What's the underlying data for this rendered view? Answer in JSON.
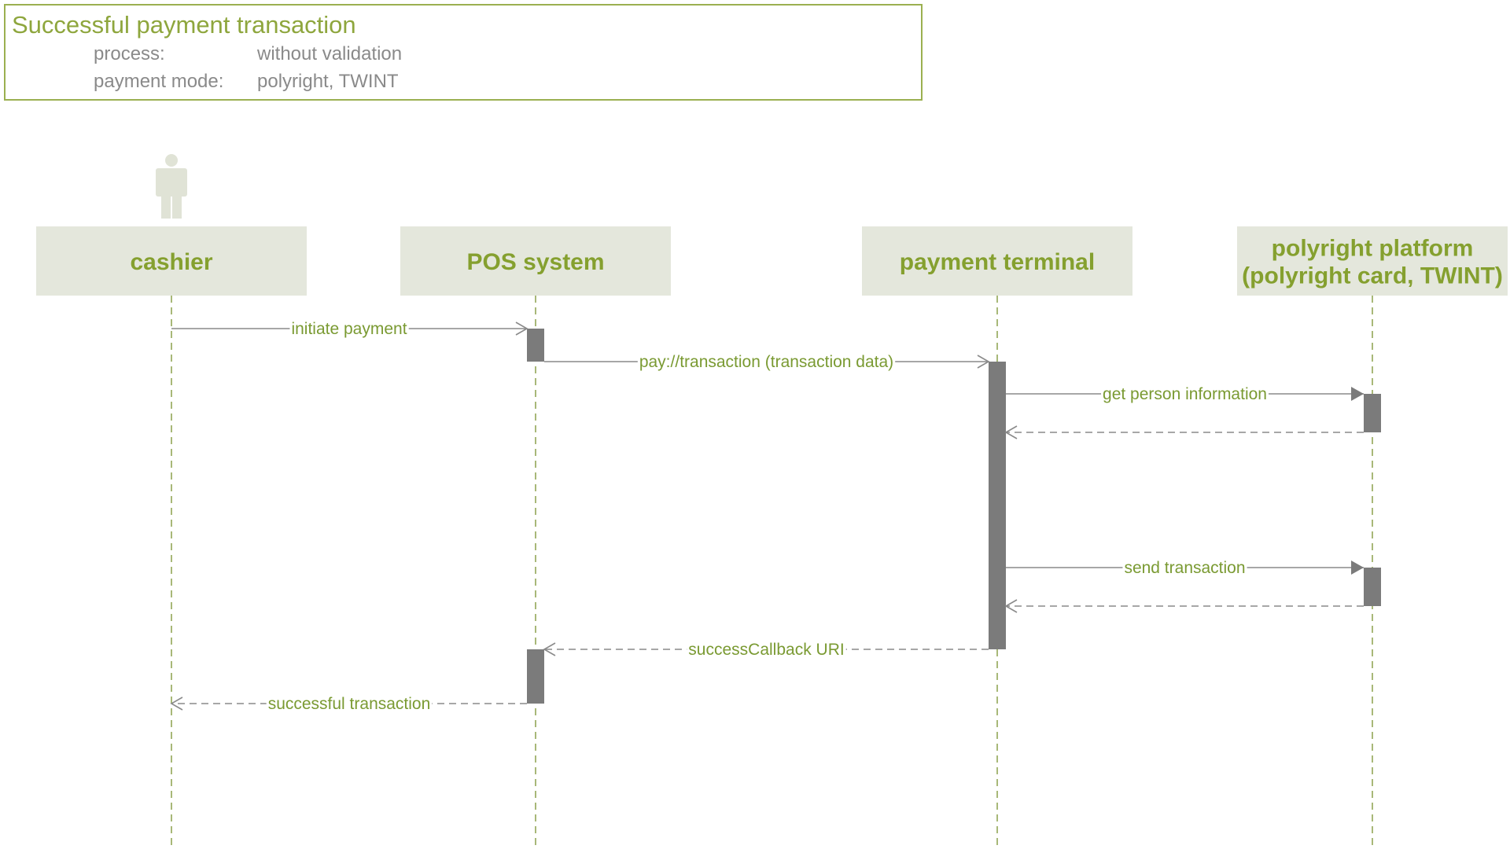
{
  "frame": {
    "title": "Successful payment transaction",
    "rows": [
      {
        "key": "process:",
        "value": "without validation"
      },
      {
        "key": "payment mode:",
        "value": "polyright, TWINT"
      }
    ]
  },
  "participants": [
    {
      "id": "cashier",
      "lines": [
        "cashier"
      ],
      "actor": true
    },
    {
      "id": "pos-system",
      "lines": [
        "POS system"
      ]
    },
    {
      "id": "payment-terminal",
      "lines": [
        "payment terminal"
      ]
    },
    {
      "id": "polyright-platform",
      "lines": [
        "polyright platform",
        "(polyright card, TWINT)"
      ]
    }
  ],
  "messages": [
    {
      "from": "cashier",
      "to": "pos-system",
      "label": "initiate payment",
      "style": "solid-open"
    },
    {
      "from": "pos-system",
      "to": "payment-terminal",
      "label": "pay://transaction (transaction data)",
      "style": "solid-open"
    },
    {
      "from": "payment-terminal",
      "to": "polyright-platform",
      "label": "get person information",
      "style": "solid-filled"
    },
    {
      "from": "polyright-platform",
      "to": "payment-terminal",
      "label": "",
      "style": "dashed-open"
    },
    {
      "from": "payment-terminal",
      "to": "polyright-platform",
      "label": "send transaction",
      "style": "solid-filled"
    },
    {
      "from": "polyright-platform",
      "to": "payment-terminal",
      "label": "",
      "style": "dashed-open"
    },
    {
      "from": "payment-terminal",
      "to": "pos-system",
      "label": "successCallback URI",
      "style": "dashed-open"
    },
    {
      "from": "pos-system",
      "to": "cashier",
      "label": "successful transaction",
      "style": "dashed-open"
    }
  ],
  "colors": {
    "accent": "#85a02f",
    "header_fill": "#e4e7dc",
    "actor": "#e0e3d6",
    "activation": "#7b7b7b",
    "arrow": "#8a8a8a",
    "frame_border": "#9bb050"
  }
}
